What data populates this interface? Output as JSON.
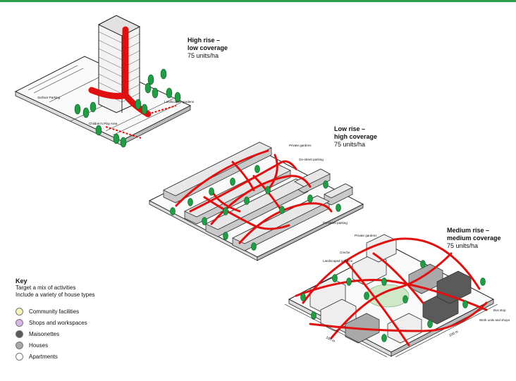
{
  "titles": {
    "high_rise": {
      "line1": "High rise –",
      "line2": "low coverage",
      "density": "75 units/ha"
    },
    "low_rise": {
      "line1": "Low rise –",
      "line2": "high coverage",
      "density": "75 units/ha"
    },
    "medium_rise": {
      "line1": "Medium rise –",
      "line2": "medium coverage",
      "density": "75 units/ha"
    }
  },
  "labels": {
    "landscaped_gardens": "Landscaped gardens",
    "childrens_play_area": "Children's Play Area",
    "surface_parking": "Surface Parking",
    "private_gardens": "Private gardens",
    "on_street_parking": "On-street parking",
    "on_street_parking_2": "On-street parking",
    "creche": "Creche",
    "private_gardens_2": "Private gardens",
    "landscaped_gardens_2": "Landscaped gardens",
    "bus_stop": "Bus stop",
    "work_units": "Work units and shops",
    "dim_100m_a": "100 m",
    "dim_100m_b": "100 m"
  },
  "key": {
    "heading": "Key",
    "line1": "Target a mix of activities",
    "line2": "Include a variety of house types",
    "items": [
      {
        "label": "Community facilities",
        "color": "#f6f3b4"
      },
      {
        "label": "Shops and workspaces",
        "color": "#d9b6e6"
      },
      {
        "label": "Maisonettes",
        "color": "#5a5a5a"
      },
      {
        "label": "Houses",
        "color": "#a9a9a9"
      },
      {
        "label": "Apartments",
        "color": "#ffffff"
      }
    ]
  },
  "colors": {
    "route": "#e01010",
    "tree": "#1f9e45",
    "frame": "#2e9e4a"
  }
}
